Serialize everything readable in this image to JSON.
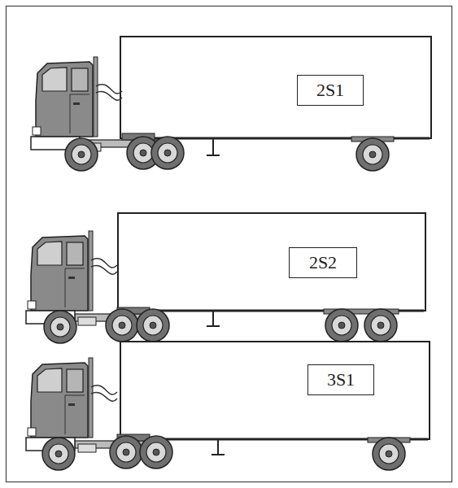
{
  "diagram": {
    "nodes": [
      {
        "text": [
          "2S1"
        ]
      },
      {
        "text": [
          "2S2"
        ]
      },
      {
        "text": [
          "3S1"
        ]
      }
    ]
  }
}
